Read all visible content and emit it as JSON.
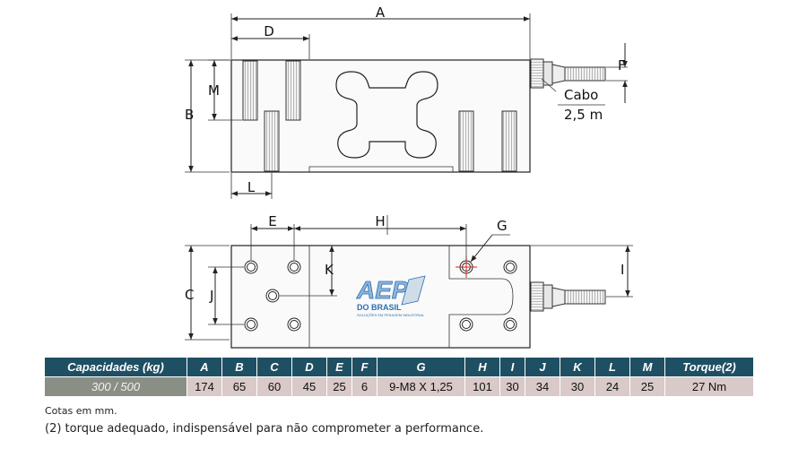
{
  "labels": {
    "A": "A",
    "D": "D",
    "M": "M",
    "B": "B",
    "L": "L",
    "F": "F",
    "E": "E",
    "H": "H",
    "G": "G",
    "K": "K",
    "C": "C",
    "J": "J",
    "I": "I"
  },
  "cable": {
    "line1": "Cabo",
    "line2": "2,5 m"
  },
  "logo": {
    "main": "AEP",
    "sub": "DO BRASIL",
    "tagline": "SOLUÇÕES EM PESAGEM INDUSTRIAL"
  },
  "table": {
    "headers": [
      "Capacidades (kg)",
      "A",
      "B",
      "C",
      "D",
      "E",
      "F",
      "G",
      "H",
      "I",
      "J",
      "K",
      "L",
      "M",
      "Torque(2)"
    ],
    "row": [
      "300 / 500",
      "174",
      "65",
      "60",
      "45",
      "25",
      "6",
      "9-M8 X 1,25",
      "101",
      "30",
      "34",
      "30",
      "24",
      "25",
      "27 Nm"
    ]
  },
  "notes": {
    "units": "Cotas em mm.",
    "torque": "(2) torque adequado, indispensável para não comprometer a performance."
  },
  "colors": {
    "header_bg": "#1f4f63",
    "cell_bg": "#d9c9c9",
    "capacity_bg": "#8a8f86",
    "logo_blue": "#2b6fb3"
  }
}
